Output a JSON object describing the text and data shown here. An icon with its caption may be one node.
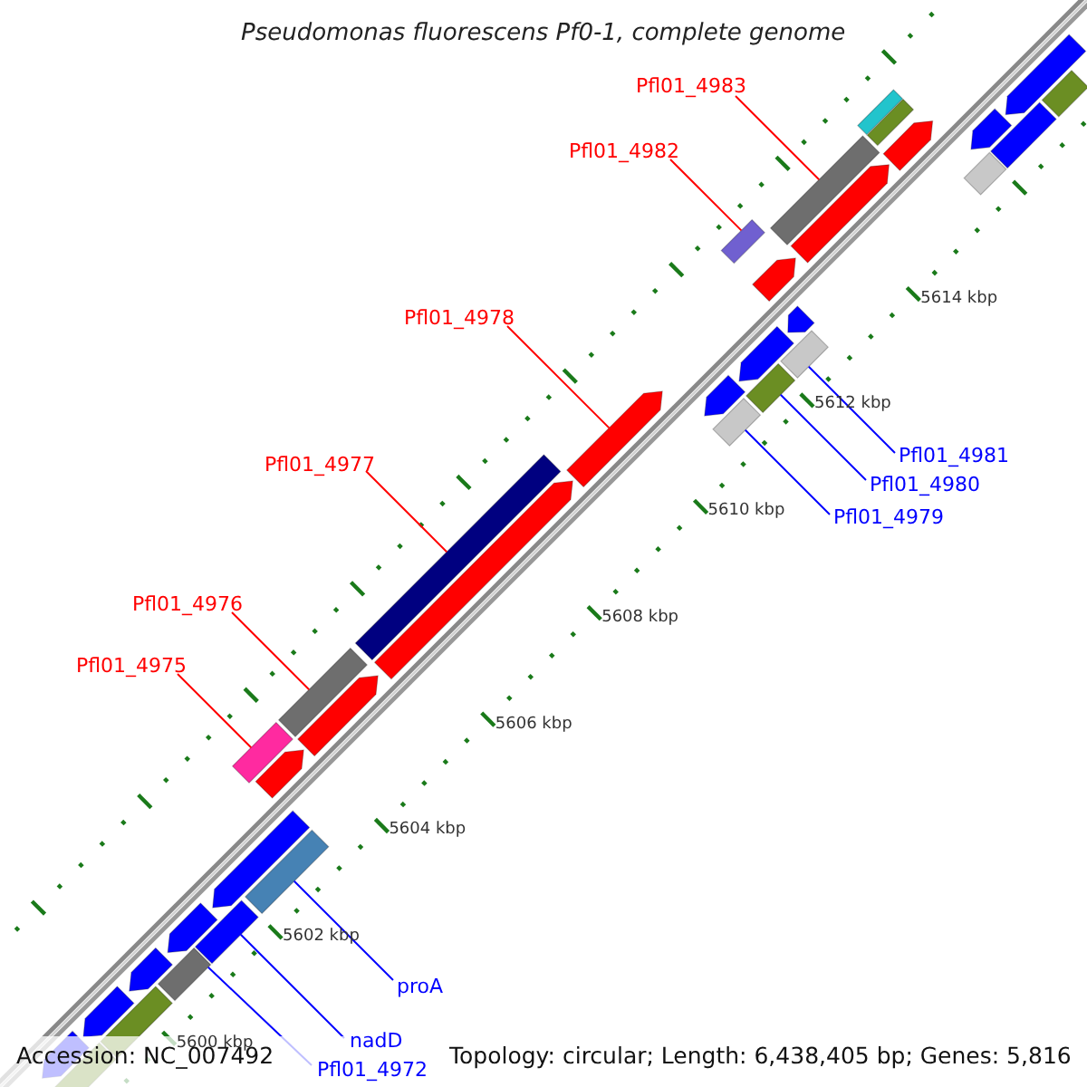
{
  "diagram": {
    "title": "Pseudomonas fluorescens Pf0-1, complete genome",
    "nodes": [
      {
        "text": [
          "Pfl01_4983"
        ]
      },
      {
        "text": [
          "Pfl01_4982"
        ]
      },
      {
        "text": [
          "Pfl01_4978"
        ]
      },
      {
        "text": [
          "Pfl01_4977"
        ]
      },
      {
        "text": [
          "Pfl01_4976"
        ]
      },
      {
        "text": [
          "Pfl01_4975"
        ]
      },
      {
        "text": [
          "Pfl01_4981"
        ]
      },
      {
        "text": [
          "Pfl01_4980"
        ]
      },
      {
        "text": [
          "Pfl01_4979"
        ]
      },
      {
        "text": [
          "proA"
        ]
      },
      {
        "text": [
          "nadD"
        ]
      },
      {
        "text": [
          "Pfl01_4972"
        ]
      },
      {
        "text": [],
        "shape": "box"
      },
      {
        "text": [],
        "shape": "pentagon"
      },
      {
        "text": [],
        "shape": "box"
      },
      {
        "text": [],
        "shape": "pentagon"
      },
      {
        "text": [],
        "shape": "box"
      },
      {
        "text": [],
        "shape": "box"
      },
      {
        "text": [],
        "shape": "box"
      },
      {
        "text": [],
        "shape": "pentagon"
      },
      {
        "text": [],
        "shape": "pentagon"
      },
      {
        "text": [],
        "shape": "box"
      },
      {
        "text": [],
        "shape": "box"
      },
      {
        "text": [],
        "shape": "pentagon"
      },
      {
        "text": [],
        "shape": "pentagon"
      },
      {
        "text": [],
        "shape": "box"
      },
      {
        "text": [],
        "shape": "pentagon"
      },
      {
        "text": [],
        "shape": "box"
      },
      {
        "text": [],
        "shape": "pentagon"
      },
      {
        "text": [],
        "shape": "box"
      },
      {
        "text": [],
        "shape": "pentagon"
      },
      {
        "text": [],
        "shape": "pentagon"
      },
      {
        "text": [],
        "shape": "box"
      },
      {
        "text": [],
        "shape": "pentagon"
      },
      {
        "text": [],
        "shape": "box"
      },
      {
        "text": [],
        "shape": "pentagon"
      },
      {
        "text": [],
        "shape": "box"
      },
      {
        "text": [],
        "shape": "box"
      },
      {
        "text": [],
        "shape": "pentagon"
      },
      {
        "text": [],
        "shape": "box"
      },
      {
        "text": [],
        "shape": "pentagon"
      },
      {
        "text": [],
        "shape": "box"
      },
      {
        "text": [],
        "shape": "pentagon"
      },
      {
        "text": [],
        "shape": "box"
      },
      {
        "text": [],
        "shape": "pentagon"
      },
      {
        "text": [],
        "shape": "box"
      },
      {
        "text": [],
        "shape": "pentagon"
      }
    ],
    "edges": [
      {
        "from": 0,
        "to": 21,
        "arrow": "none",
        "color": "#ff0000"
      },
      {
        "from": 1,
        "to": 22,
        "arrow": "none",
        "color": "#ff0000"
      },
      {
        "from": 2,
        "to": 30,
        "arrow": "none",
        "color": "#ff0000"
      },
      {
        "from": 3,
        "to": 32,
        "arrow": "none",
        "color": "#ff0000"
      },
      {
        "from": 4,
        "to": 34,
        "arrow": "none",
        "color": "#ff0000"
      },
      {
        "from": 5,
        "to": 36,
        "arrow": "none",
        "color": "#ff0000"
      },
      {
        "from": 6,
        "to": 25,
        "arrow": "none",
        "color": "#0000ff"
      },
      {
        "from": 7,
        "to": 27,
        "arrow": "none",
        "color": "#0000ff"
      },
      {
        "from": 8,
        "to": 29,
        "arrow": "none",
        "color": "#0000ff"
      },
      {
        "from": 9,
        "to": 37,
        "arrow": "none",
        "color": "#0000ff"
      },
      {
        "from": 10,
        "to": 39,
        "arrow": "none",
        "color": "#0000ff"
      },
      {
        "from": 11,
        "to": 41,
        "arrow": "none",
        "color": "#0000ff"
      }
    ],
    "labels": [
      "5614 kbp",
      "5612 kbp",
      "5610 kbp",
      "5608 kbp",
      "5606 kbp",
      "5604 kbp",
      "5602 kbp",
      "5600 kbp",
      "Accession: NC_007492",
      "Topology: circular; Length: 6,438,405 bp; Genes: 5,816"
    ]
  }
}
